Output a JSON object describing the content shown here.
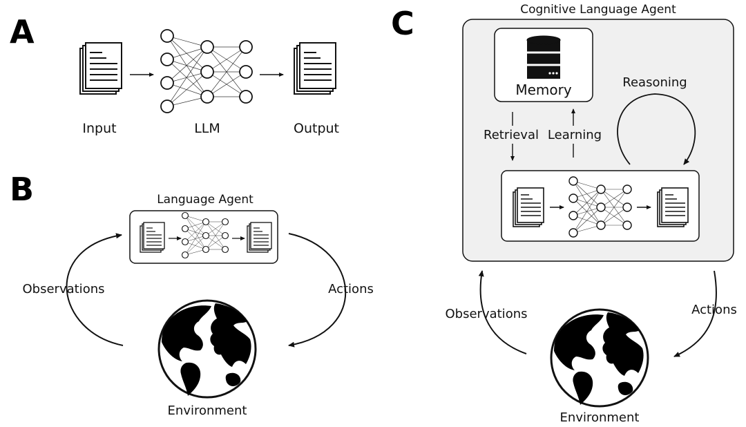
{
  "panels": {
    "a": {
      "letter": "A",
      "labels": {
        "input": "Input",
        "llm": "LLM",
        "output": "Output"
      }
    },
    "b": {
      "letter": "B",
      "agent_title": "Language Agent",
      "observations": "Observations",
      "actions": "Actions",
      "environment": "Environment"
    },
    "c": {
      "letter": "C",
      "agent_title": "Cognitive Language Agent",
      "memory": "Memory",
      "retrieval": "Retrieval",
      "learning": "Learning",
      "reasoning": "Reasoning",
      "observations": "Observations",
      "actions": "Actions",
      "environment": "Environment"
    }
  },
  "colors": {
    "stroke": "#111111",
    "agent_box_fill": "#f0f0f0",
    "white": "#ffffff"
  },
  "icons": [
    "document-icon",
    "neural-network-icon",
    "database-icon",
    "globe-icon",
    "arrow-icon"
  ]
}
